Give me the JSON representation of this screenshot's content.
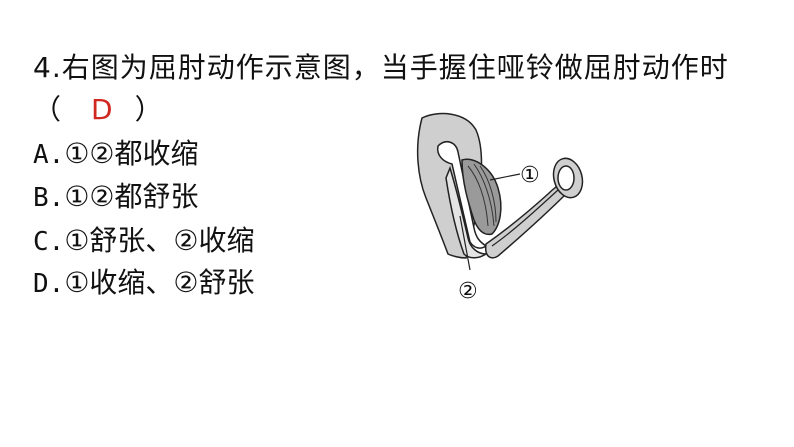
{
  "question": {
    "text": "4.右图为屈肘动作示意图，当手握住哑铃做屈肘动作时",
    "open_paren": "（",
    "answer": "D",
    "close_paren": "）"
  },
  "options": [
    {
      "letter": "A.",
      "text": "①②都收缩"
    },
    {
      "letter": "B.",
      "text": "①②都舒张"
    },
    {
      "letter": "C.",
      "text": "①舒张、②收缩"
    },
    {
      "letter": "D.",
      "text": "①收缩、②舒张"
    }
  ],
  "figure": {
    "label_1": "①",
    "label_2": "②"
  },
  "colors": {
    "answer": "#d0281e",
    "text": "#111111",
    "figure_fill": "#cfcfcf"
  }
}
